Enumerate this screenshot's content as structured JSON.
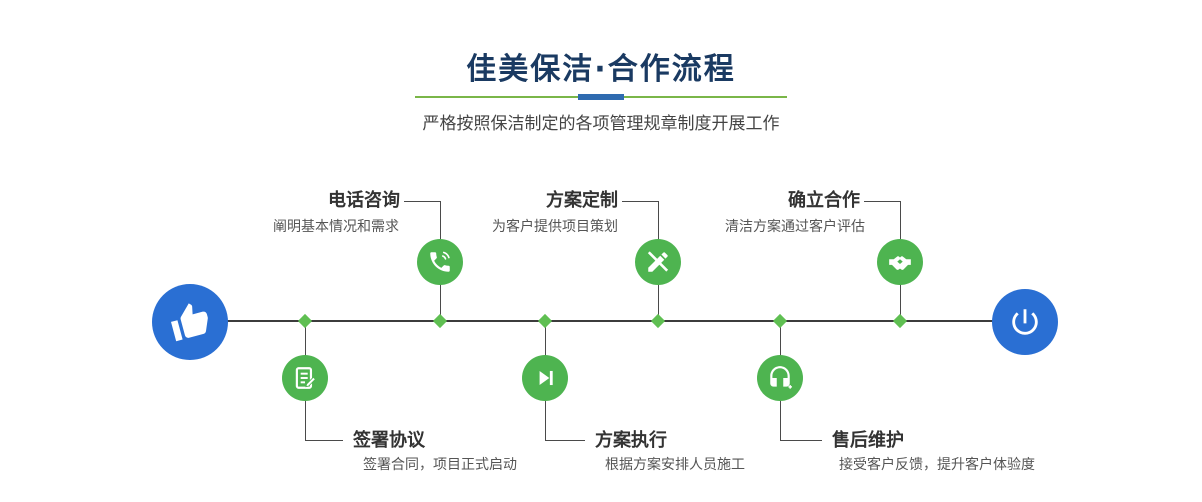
{
  "header": {
    "title": "佳美保洁·合作流程",
    "subtitle": "严格按照保洁制定的各项管理规章制度开展工作"
  },
  "flow": {
    "start_icon": "pointing-hand-icon",
    "end_icon": "power-icon",
    "steps": [
      {
        "title": "签署协议",
        "desc": "签署合同，项目正式启动",
        "icon": "contract-icon",
        "position": "below-line"
      },
      {
        "title": "电话咨询",
        "desc": "阐明基本情况和需求",
        "icon": "phone-icon",
        "position": "above-line"
      },
      {
        "title": "方案执行",
        "desc": "根据方案安排人员施工",
        "icon": "play-icon",
        "position": "below-line"
      },
      {
        "title": "方案定制",
        "desc": "为客户提供项目策划",
        "icon": "pencil-ruler-icon",
        "position": "above-line"
      },
      {
        "title": "售后维护",
        "desc": "接受客户反馈，提升客户体验度",
        "icon": "headset-icon",
        "position": "below-line"
      },
      {
        "title": "确立合作",
        "desc": "清洁方案通过客户评估",
        "icon": "handshake-icon",
        "position": "above-line"
      }
    ]
  },
  "colors": {
    "title_navy": "#1a3a62",
    "accent_green": "#4eb450",
    "accent_blue": "#2a6fd3",
    "divider_green": "#7ab648",
    "divider_blue": "#2f6bb0",
    "timeline_line": "#3c3c3c",
    "step_title": "#333333",
    "step_desc": "#555555"
  }
}
